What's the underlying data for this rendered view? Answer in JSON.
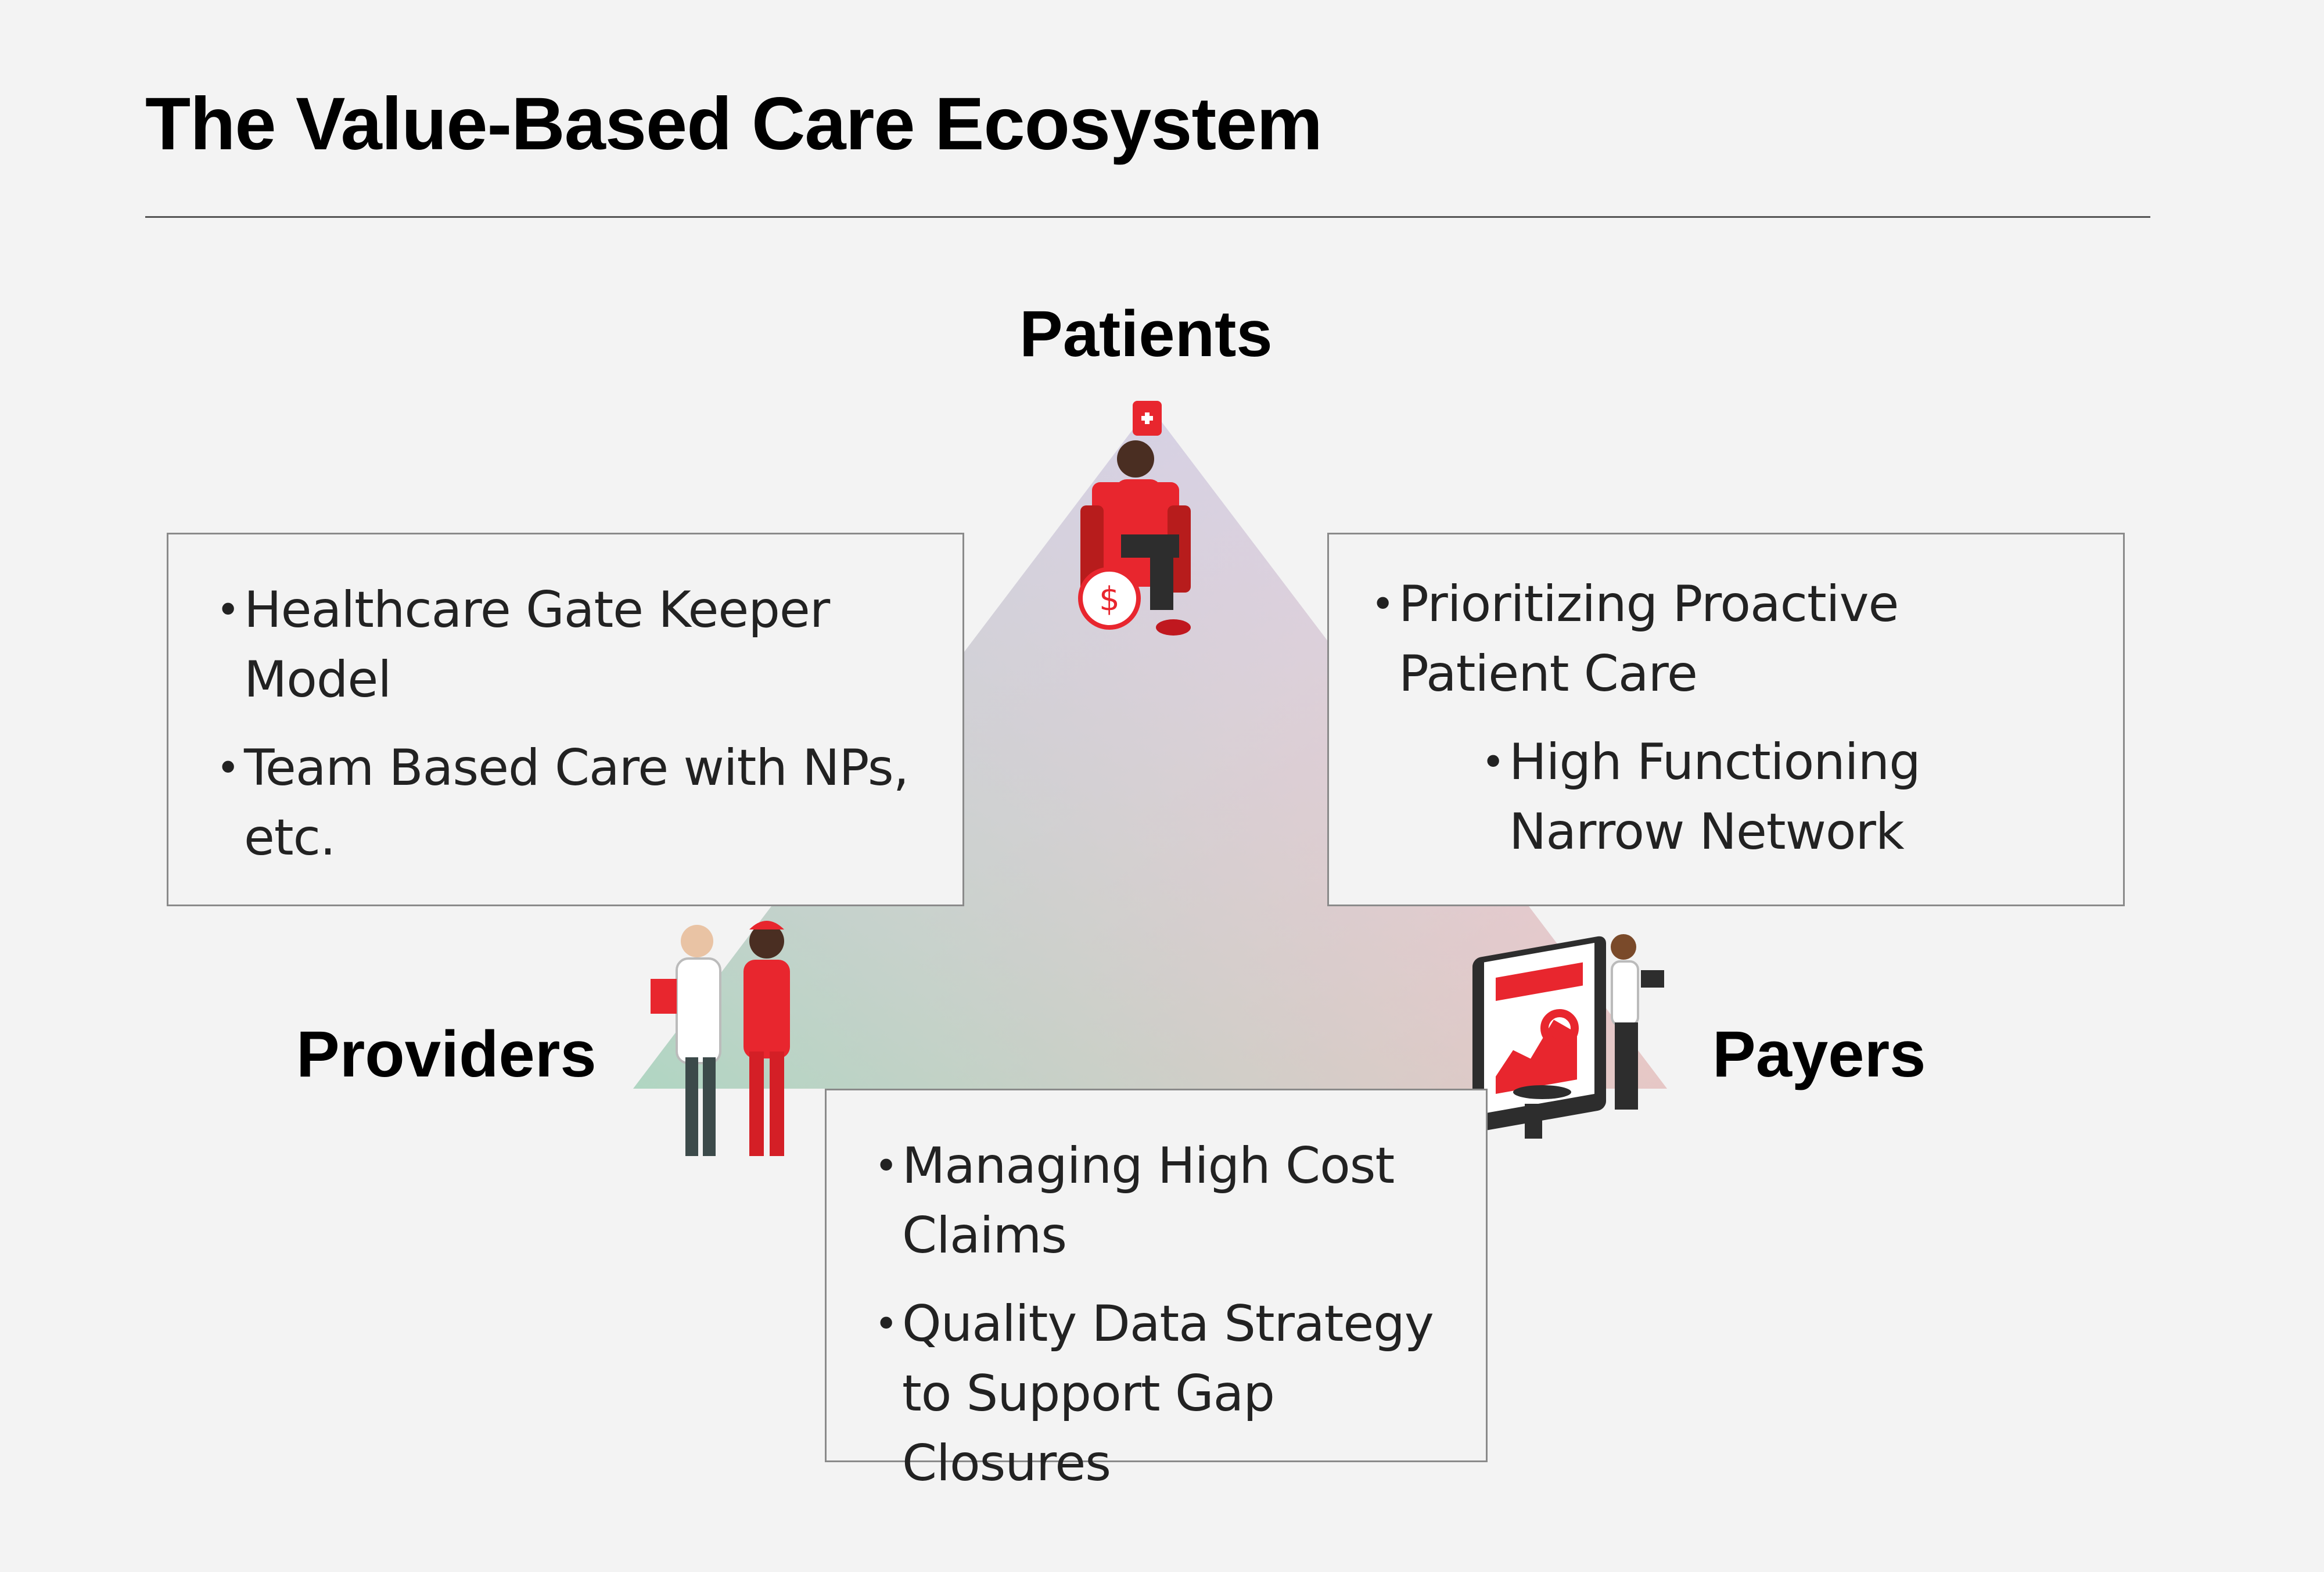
{
  "title": "The Value-Based Care Ecosystem",
  "nodes": {
    "patients": "Patients",
    "providers": "Providers",
    "payers": "Payers"
  },
  "boxes": {
    "providers": [
      "Healthcare Gate Keeper Model",
      "Team Based Care with NPs, etc."
    ],
    "patients": [
      "Prioritizing Proactive Patient Care",
      "High Functioning Narrow Network"
    ],
    "payers": [
      "Managing High Cost Claims",
      "Quality Data Strategy to Support Gap Closures"
    ]
  },
  "colors": {
    "background": "#f3f3f3",
    "accent_red": "#e8262e",
    "triangle_top": "#c9d6f5",
    "triangle_left": "#a8d6bc",
    "triangle_right": "#f7c3c8"
  },
  "icons": {
    "patients": "patient-in-chair-illustration",
    "providers": "doctors-illustration",
    "payers": "analytics-monitor-illustration"
  }
}
